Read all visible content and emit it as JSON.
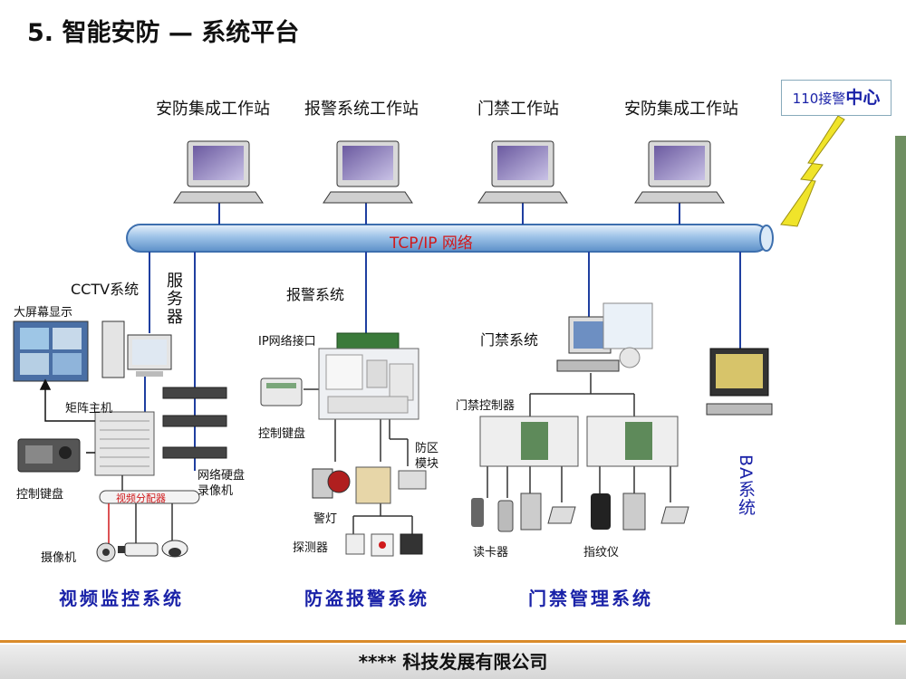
{
  "title": "5.  智能安防  —  系统平台",
  "workstations": [
    "安防集成工作站",
    "报警系统工作站",
    "门禁工作站",
    "安防集成工作站"
  ],
  "center": {
    "prefix": "110接警",
    "suffix": "中心"
  },
  "network": "TCP/IP 网络",
  "cctv": {
    "system": "CCTV系统",
    "server": "服务器",
    "big_screen": "大屏幕显示",
    "matrix": "矩阵主机",
    "keyboard": "控制键盘",
    "dvr_line1": "网络硬盘",
    "dvr_line2": "录像机",
    "splitter": "视频分配器",
    "camera": "摄像机"
  },
  "alarm": {
    "system": "报警系统",
    "ip_interface": "IP网络接口",
    "keyboard": "控制键盘",
    "zone_line1": "防区",
    "zone_line2": "模块",
    "strobe": "警灯",
    "detector": "探测器"
  },
  "access": {
    "system": "门禁系统",
    "controller": "门禁控制器",
    "card_reader": "读卡器",
    "fingerprint": "指纹仪"
  },
  "ba": "BA系统",
  "sections": [
    "视频监控系统",
    "防盗报警系统",
    "门禁管理系统"
  ],
  "footer": "**** 科技发展有限公司"
}
